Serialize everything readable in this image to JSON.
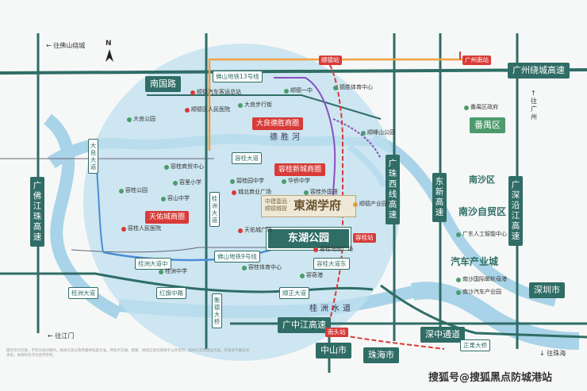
{
  "map": {
    "north": "N",
    "highways": {
      "nanguo": "南国路",
      "guangzhou_ring": "广州绕城高速",
      "guangfo_jiangzhu": "广佛江珠高速",
      "guangzhou_xixian": "广珠西线高速",
      "dongxin": "东新高速",
      "guangshen_yanjiang": "广深沿江高速",
      "guangzhongjiang": "广中江高速",
      "shenzhong": "深中通道",
      "zhongshan": "中山市",
      "zhuhai": "珠海市",
      "shenzhen": "深圳市"
    },
    "districts": {
      "panyu": "番禺区",
      "nansha": "南沙区",
      "nansha_ftz": "南沙自贸区",
      "auto_city": "汽车产业城"
    },
    "rivers": {
      "desheng": "德胜河",
      "guizhou": "桂洲水道"
    },
    "arrows": {
      "foshan_ring": "往佛山绕城",
      "guangzhou": "往广州",
      "jiangmen": "往江门",
      "zhuhai": "往珠海"
    },
    "tags": {
      "daliang_cbd": "大良德胜商圈",
      "ronggui_cbd": "容桂新城商圈",
      "tianyou_cbd": "天佑城商圈"
    },
    "project": {
      "developer": "中建壹品 · 顺德城投",
      "name": "東湖学府",
      "park": "东湖公园"
    },
    "stations": {
      "shunde": "顺德站",
      "guangzhou_south": "广州南站",
      "ronggui": "容桂站",
      "nantou": "南头站"
    },
    "roads": {
      "ronggui_ave": "容桂大道",
      "guizhou_ave": "桂洲大道中",
      "ronggui_ave_east": "容桂大道东",
      "hongqi": "红旗中路",
      "guizhou_bridge": "桂洲大道",
      "shunzheng": "顺正大道",
      "guizhou_road": "桂洲大道",
      "daliang_ave": "大良大道",
      "line13": "佛山地铁13号线",
      "line9": "佛山地铁9号线",
      "zhengguo": "正果大桥",
      "heng": "衡德大桥"
    },
    "pois": {
      "p1": "顺德汽车客运总站",
      "p2": "顺德区人民医院",
      "p3": "大良步行街",
      "p4": "顺德一中",
      "p5": "容桂人民医院",
      "p6": "容桂公园",
      "p7": "碧桂园中学",
      "p8": "城北商业广场",
      "p9": "容里小学",
      "p10": "容山中学",
      "p11": "天佑城广场",
      "p12": "华侨中学",
      "p13": "容桂商贸中心",
      "p14": "容奇港",
      "p15": "德胜体育中心",
      "p16": "顺峰山公园",
      "p17": "番禺区政府",
      "p18": "广东人工智能中心",
      "p19": "南沙国际邮轮母港",
      "p20": "南沙汽车产业园",
      "p21": "大良公园",
      "p22": "容桂体育中心",
      "p23": "桂洲中学",
      "p24": "容桂外国语",
      "p25": "容桂站前广场",
      "p26": "顺德产业园"
    },
    "colors": {
      "highway": "#2f6d66",
      "water": "#a9d3e8",
      "circle": "#bfe0ef",
      "metro_orange": "#f0a046",
      "metro_blue": "#4a8ed4",
      "metro_purple": "#8a4fbf",
      "rail_red": "#d83b38"
    },
    "notes": "图示仅为示意，不作为合同要约，相关信息以政府最终批复为准。所标示交通、配套、规划信息均来源于公开资料，具体以实际建设为准，开发商不做任何承诺。本资料仅作为宣传参考。",
    "watermark": "搜狐号@搜狐黑点防城港站"
  }
}
